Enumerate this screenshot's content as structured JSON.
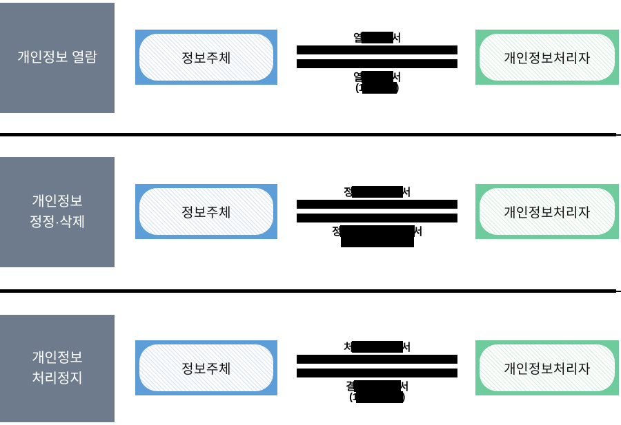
{
  "colors": {
    "label_bg": "#6d7b8d",
    "label_text": "#ffffff",
    "subject_border": "#5d9dd8",
    "subject_stripe": "#dde6f3",
    "processor_border": "#6ecb9b",
    "processor_stripe": "#daf0e5",
    "redaction": "#000000",
    "divider": "#000000"
  },
  "rows": [
    {
      "label": "개인정보 열람",
      "subject": "정보주체",
      "processor": "개인정보처리자",
      "top_doc": {
        "left": "열",
        "right": "서"
      },
      "bottom_doc": {
        "left": "열",
        "right": "서"
      },
      "note": {
        "left": "(1",
        "right": ")"
      }
    },
    {
      "label": "개인정보\n정정·삭제",
      "subject": "정보주체",
      "processor": "개인정보처리자",
      "top_doc": {
        "left": "정",
        "right": "서"
      },
      "bottom_doc": {
        "left": "정",
        "right": "서"
      },
      "note": {
        "left": "",
        "right": ""
      }
    },
    {
      "label": "개인정보\n처리정지",
      "subject": "정보주체",
      "processor": "개인정보처리자",
      "top_doc": {
        "left": "처",
        "right": "서"
      },
      "bottom_doc": {
        "left": "결",
        "right": "서"
      },
      "note": {
        "left": "(1",
        "right": ")"
      }
    }
  ]
}
